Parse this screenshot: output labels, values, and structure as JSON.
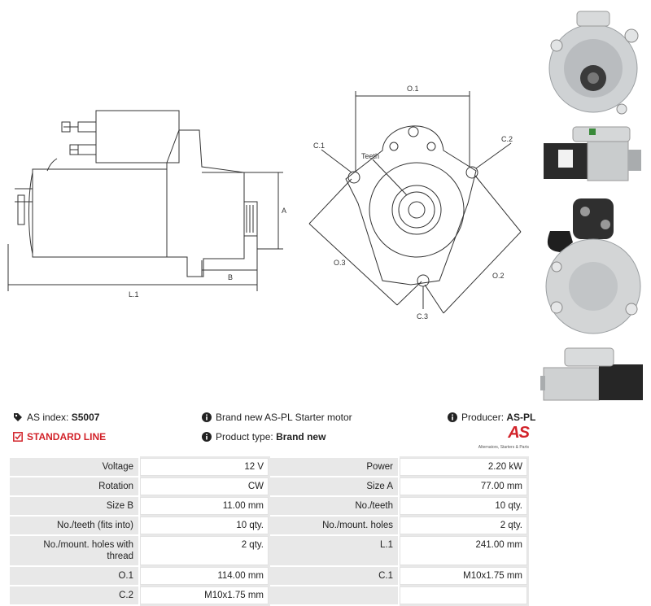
{
  "drawing": {
    "labels": {
      "L1": "L.1",
      "A": "A",
      "B": "B",
      "O1": "O.1",
      "O2": "O.2",
      "O3": "O.3",
      "C1": "C.1",
      "C2": "C.2",
      "C3": "C.3",
      "teeth": "Teeth"
    }
  },
  "info": {
    "as_index_label": "AS index:",
    "as_index_value": "S5007",
    "description": "Brand new AS-PL Starter motor",
    "producer_label": "Producer:",
    "producer_value": "AS-PL",
    "standard_line": "STANDARD LINE",
    "product_type_label": "Product type:",
    "product_type_value": "Brand new",
    "logo_text": "AS",
    "logo_tagline": "Alternators, Starters & Parts"
  },
  "specs": [
    [
      "Voltage",
      "12 V",
      "Power",
      "2.20 kW"
    ],
    [
      "Rotation",
      "CW",
      "Size A",
      "77.00 mm"
    ],
    [
      "Size B",
      "11.00 mm",
      "No./teeth",
      "10 qty."
    ],
    [
      "No./teeth (fits into)",
      "10 qty.",
      "No./mount. holes",
      "2 qty."
    ],
    [
      "No./mount. holes with thread",
      "2 qty.",
      "L.1",
      "241.00 mm"
    ],
    [
      "O.1",
      "114.00 mm",
      "C.1",
      "M10x1.75 mm"
    ],
    [
      "C.2",
      "M10x1.75 mm",
      "",
      ""
    ]
  ],
  "colors": {
    "accent": "#d2232a",
    "label_bg": "#e8e8e8"
  }
}
